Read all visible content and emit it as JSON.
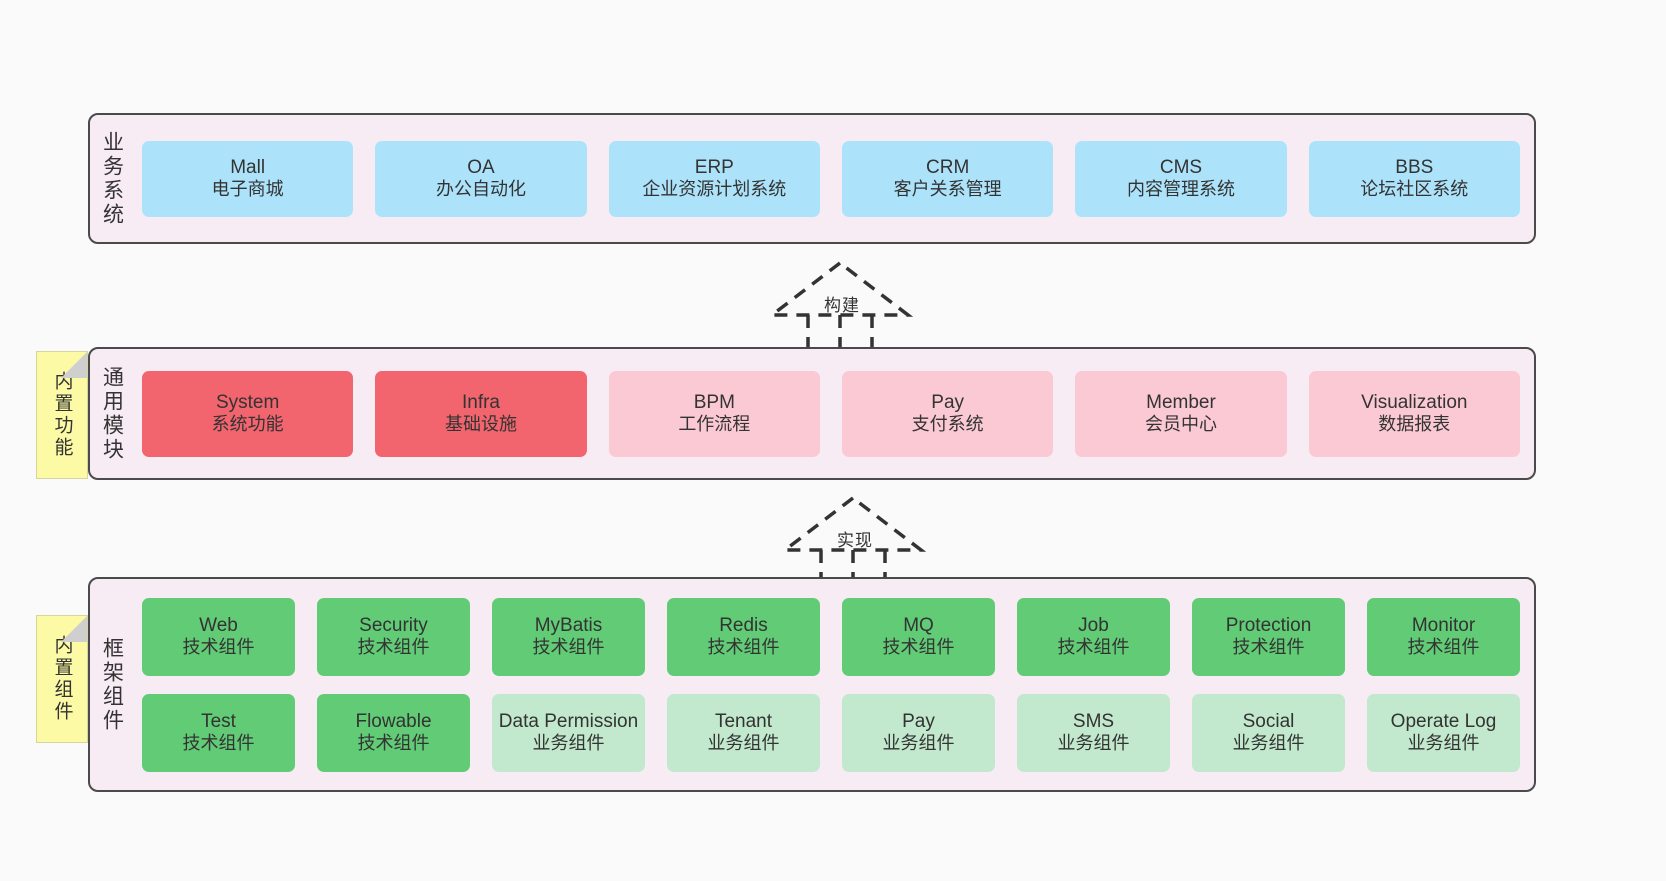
{
  "layers": [
    {
      "id": "business",
      "title": "业务系统",
      "rows": [
        {
          "cards": [
            {
              "t1": "Mall",
              "t2": "电子商城",
              "color": "c-blue"
            },
            {
              "t1": "OA",
              "t2": "办公自动化",
              "color": "c-blue"
            },
            {
              "t1": "ERP",
              "t2": "企业资源计划系统",
              "color": "c-blue"
            },
            {
              "t1": "CRM",
              "t2": "客户关系管理",
              "color": "c-blue"
            },
            {
              "t1": "CMS",
              "t2": "内容管理系统",
              "color": "c-blue"
            },
            {
              "t1": "BBS",
              "t2": "论坛社区系统",
              "color": "c-blue"
            }
          ]
        }
      ]
    },
    {
      "id": "modules",
      "title": "通用模块",
      "note": "内置功能",
      "rows": [
        {
          "cards": [
            {
              "t1": "System",
              "t2": "系统功能",
              "color": "c-red"
            },
            {
              "t1": "Infra",
              "t2": "基础设施",
              "color": "c-red"
            },
            {
              "t1": "BPM",
              "t2": "工作流程",
              "color": "c-pink"
            },
            {
              "t1": "Pay",
              "t2": "支付系统",
              "color": "c-pink"
            },
            {
              "t1": "Member",
              "t2": "会员中心",
              "color": "c-pink"
            },
            {
              "t1": "Visualization",
              "t2": "数据报表",
              "color": "c-pink"
            }
          ]
        }
      ]
    },
    {
      "id": "framework",
      "title": "框架组件",
      "note": "内置组件",
      "rows": [
        {
          "cards": [
            {
              "t1": "Web",
              "t2": "技术组件",
              "color": "c-green"
            },
            {
              "t1": "Security",
              "t2": "技术组件",
              "color": "c-green"
            },
            {
              "t1": "MyBatis",
              "t2": "技术组件",
              "color": "c-green"
            },
            {
              "t1": "Redis",
              "t2": "技术组件",
              "color": "c-green"
            },
            {
              "t1": "MQ",
              "t2": "技术组件",
              "color": "c-green"
            },
            {
              "t1": "Job",
              "t2": "技术组件",
              "color": "c-green"
            },
            {
              "t1": "Protection",
              "t2": "技术组件",
              "color": "c-green"
            },
            {
              "t1": "Monitor",
              "t2": "技术组件",
              "color": "c-green"
            }
          ]
        },
        {
          "cards": [
            {
              "t1": "Test",
              "t2": "技术组件",
              "color": "c-green"
            },
            {
              "t1": "Flowable",
              "t2": "技术组件",
              "color": "c-green"
            },
            {
              "t1": "Data Permission",
              "t2": "业务组件",
              "color": "c-greenlight"
            },
            {
              "t1": "Tenant",
              "t2": "业务组件",
              "color": "c-greenlight"
            },
            {
              "t1": "Pay",
              "t2": "业务组件",
              "color": "c-greenlight"
            },
            {
              "t1": "SMS",
              "t2": "业务组件",
              "color": "c-greenlight"
            },
            {
              "t1": "Social",
              "t2": "业务组件",
              "color": "c-greenlight"
            },
            {
              "t1": "Operate Log",
              "t2": "业务组件",
              "color": "c-greenlight"
            }
          ]
        }
      ]
    }
  ],
  "connectors": [
    {
      "id": "build",
      "label": "构建"
    },
    {
      "id": "implement",
      "label": "实现"
    }
  ],
  "colors": {
    "background": "#fafafa",
    "panel_fill": "#f8ecf4",
    "panel_border": "#4a4a4a",
    "blue": "#ade3fa",
    "red": "#f2646e",
    "pink": "#fbc9d3",
    "green": "#61cb76",
    "green_light": "#c2e9cd",
    "note_fill": "#fcfaa4",
    "note_fold": "#cfcfcf",
    "text": "#333333"
  }
}
